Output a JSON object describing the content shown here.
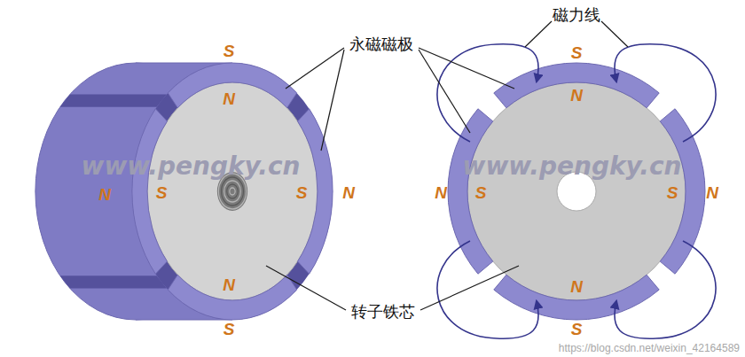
{
  "diagram": {
    "labels": [
      "S",
      "N",
      "N",
      "S",
      "S",
      "N",
      "N",
      "S",
      "永磁磁极",
      "磁力线",
      "S",
      "N",
      "N",
      "S",
      "S",
      "N",
      "N",
      "S",
      "转子铁芯",
      "www.pengky.cn",
      "www.pengky.cn",
      "https://blog.csdn.net/weixin_42164589"
    ]
  }
}
